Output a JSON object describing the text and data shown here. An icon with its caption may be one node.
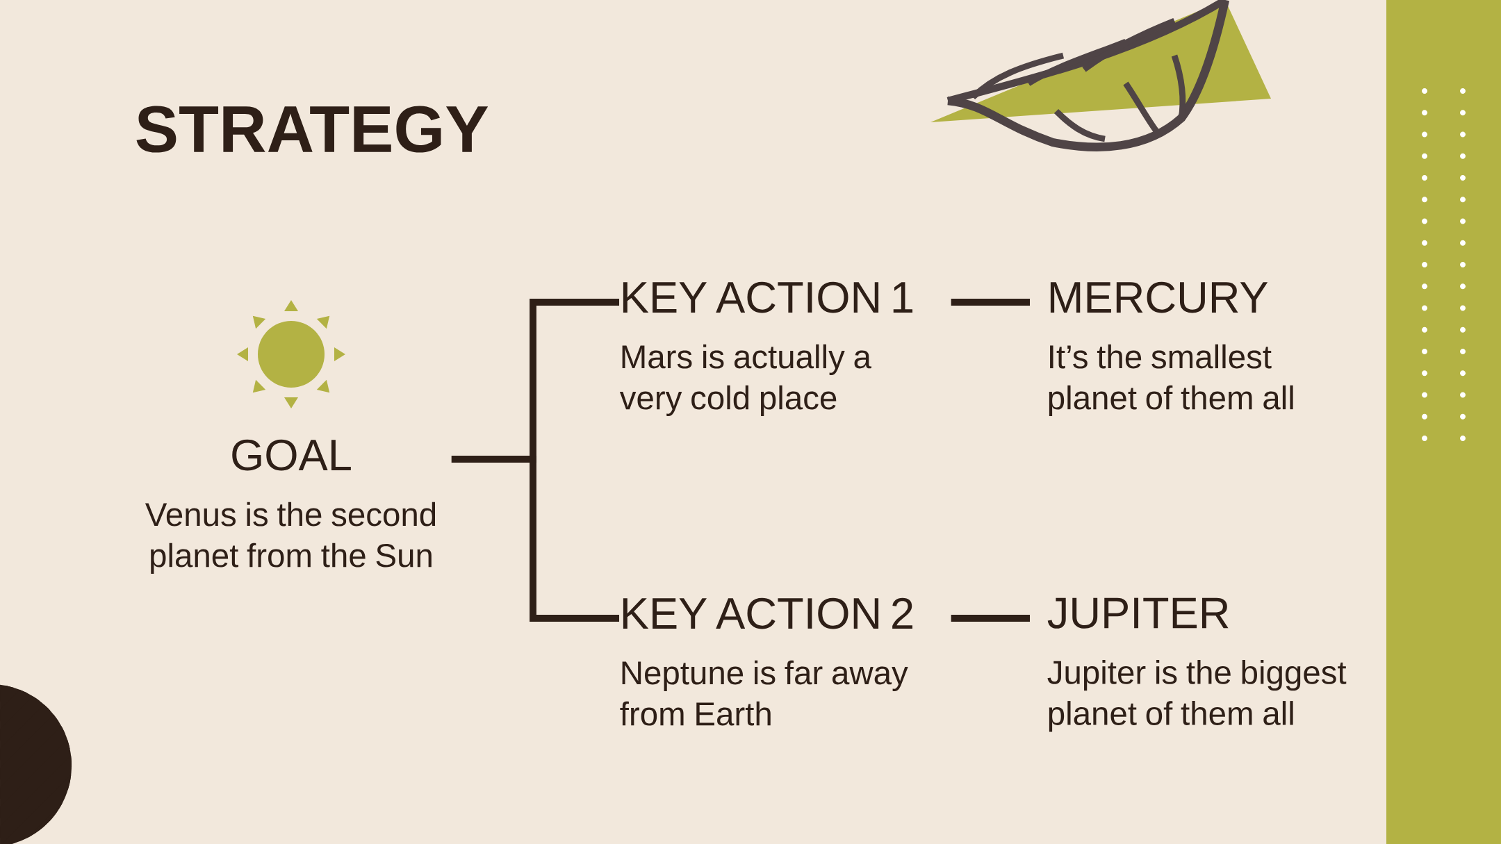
{
  "diagram": {
    "title": "STRATEGY",
    "nodes": [
      {
        "text": [
          "GOAL",
          "Venus is the second planet from the Sun"
        ]
      },
      {
        "text": [
          "KEY ACTION 1",
          "Mars is actually a very cold place"
        ]
      },
      {
        "text": [
          "MERCURY",
          "It’s the smallest planet of them all"
        ]
      },
      {
        "text": [
          "KEY ACTION 2",
          "Neptune is far away from Earth"
        ]
      },
      {
        "text": [
          "JUPITER",
          "Jupiter is the biggest planet of them all"
        ]
      }
    ],
    "edges": [
      {
        "from": 0,
        "to": 1,
        "arrow": "none"
      },
      {
        "from": 0,
        "to": 3,
        "arrow": "none"
      },
      {
        "from": 1,
        "to": 2,
        "arrow": "none"
      },
      {
        "from": 3,
        "to": 4,
        "arrow": "none"
      }
    ]
  }
}
